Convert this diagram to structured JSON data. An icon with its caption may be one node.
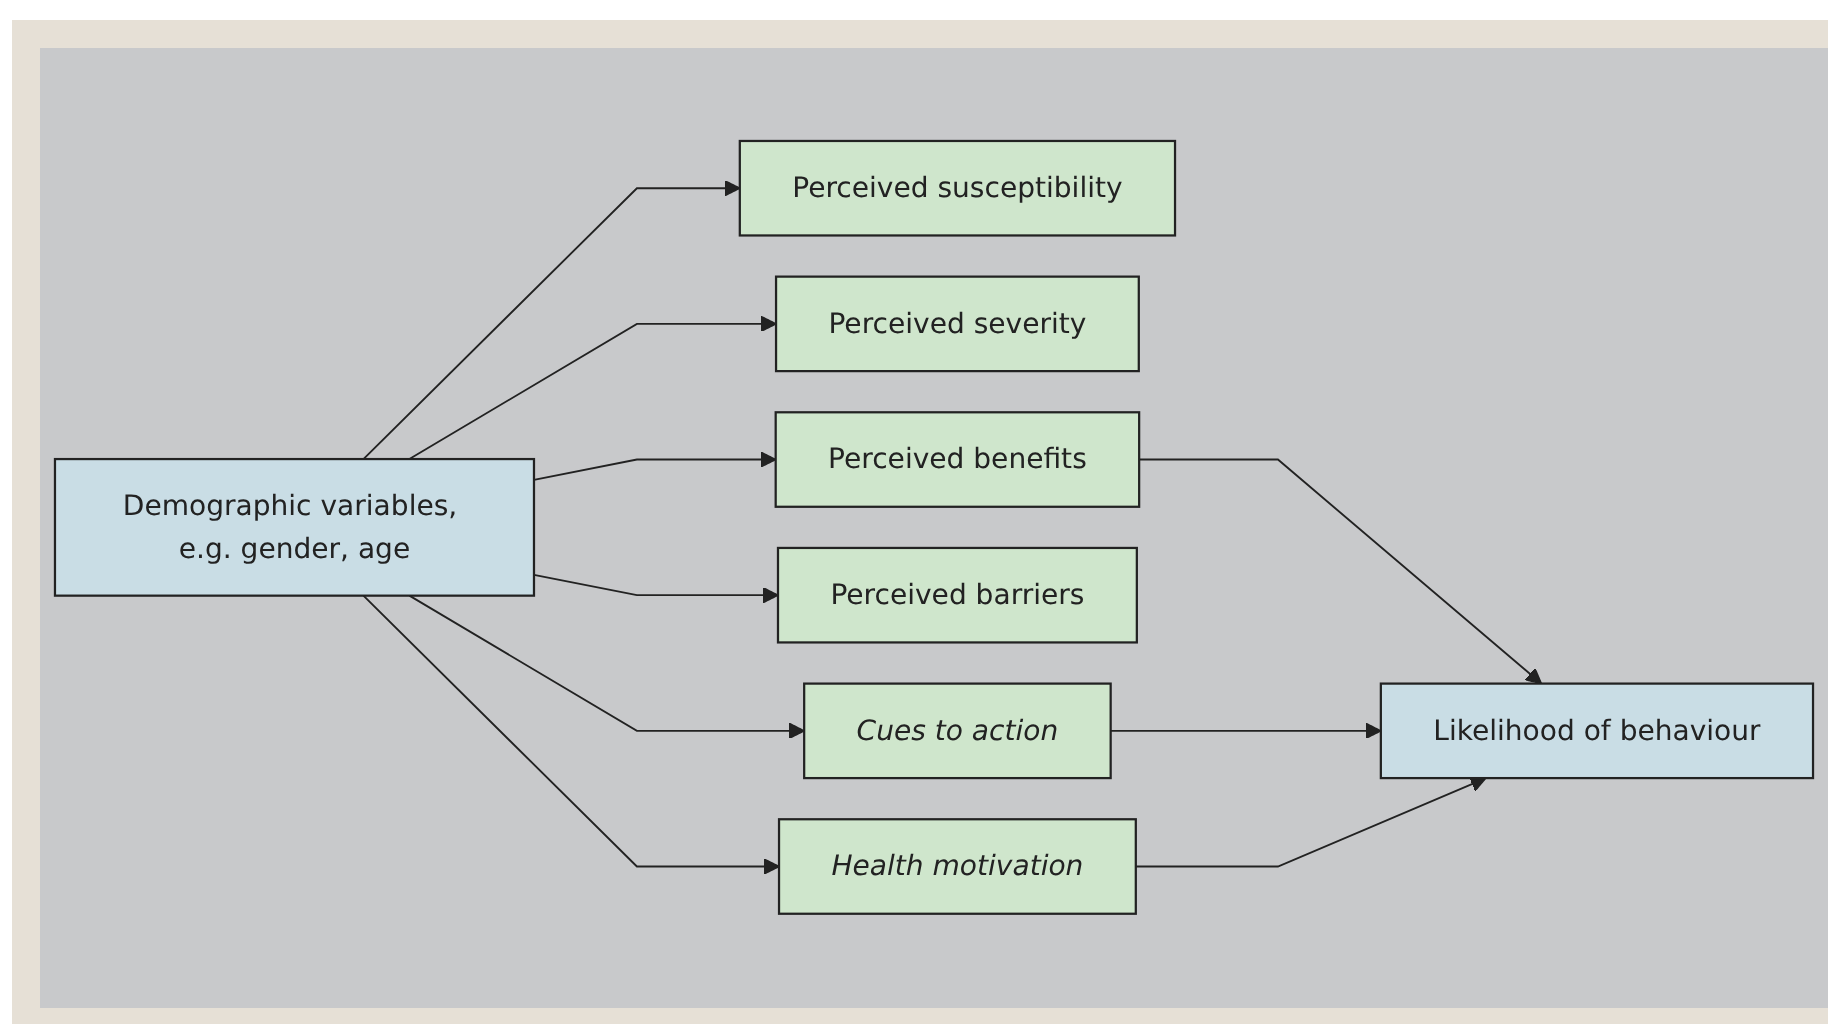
{
  "diagram": {
    "nodes": [
      {
        "text": [
          "Demographic variables, e.g. gender, age"
        ]
      },
      {
        "text": [
          "Perceived susceptibility"
        ]
      },
      {
        "text": [
          "Perceived severity"
        ]
      },
      {
        "text": [
          "Perceived benefits"
        ]
      },
      {
        "text": [
          "Perceived barriers"
        ]
      },
      {
        "text": [
          "Cues to action"
        ]
      },
      {
        "text": [
          "Health motivation"
        ]
      },
      {
        "text": [
          "Likelihood of behaviour"
        ]
      }
    ],
    "edges": [
      {
        "from": 0,
        "to": 1,
        "arrow": "to"
      },
      {
        "from": 0,
        "to": 2,
        "arrow": "to"
      },
      {
        "from": 0,
        "to": 3,
        "arrow": "to"
      },
      {
        "from": 0,
        "to": 4,
        "arrow": "to"
      },
      {
        "from": 0,
        "to": 5,
        "arrow": "to"
      },
      {
        "from": 0,
        "to": 6,
        "arrow": "to"
      },
      {
        "from": 3,
        "to": 7,
        "arrow": "to"
      },
      {
        "from": 5,
        "to": 7,
        "arrow": "to"
      },
      {
        "from": 6,
        "to": 7,
        "arrow": "to"
      }
    ]
  }
}
